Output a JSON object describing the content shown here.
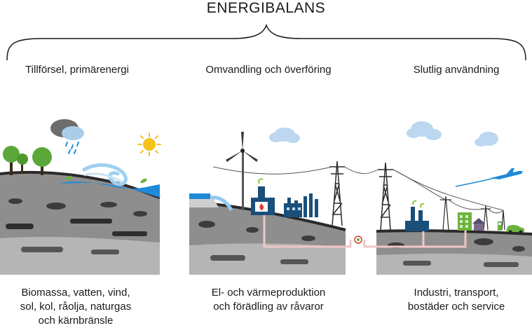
{
  "title": "ENERGIBALANS",
  "columns": [
    {
      "heading": "Tillförsel, primärenergi",
      "caption": [
        "Biomassa, vatten, vind,",
        "sol, kol, råolja, naturgas",
        "och kärnbränsle"
      ]
    },
    {
      "heading": "Omvandling och överföring",
      "caption": [
        "El- och värmeproduktion",
        "och förädling av råvaror"
      ]
    },
    {
      "heading": "Slutlig användning",
      "caption": [
        "Industri, transport,",
        "bostäder och service"
      ]
    }
  ],
  "colors": {
    "ground": "#8e8e8e",
    "ground_dark": "#6b6b6b",
    "rock": "#3c3c3c",
    "water": "#1f8ad8",
    "industry": "#1a4f7a",
    "tree": "#5aa83a",
    "sun": "#f6c21a",
    "cloud": "#bcd7ef",
    "pipe": "#f2c6c6"
  }
}
